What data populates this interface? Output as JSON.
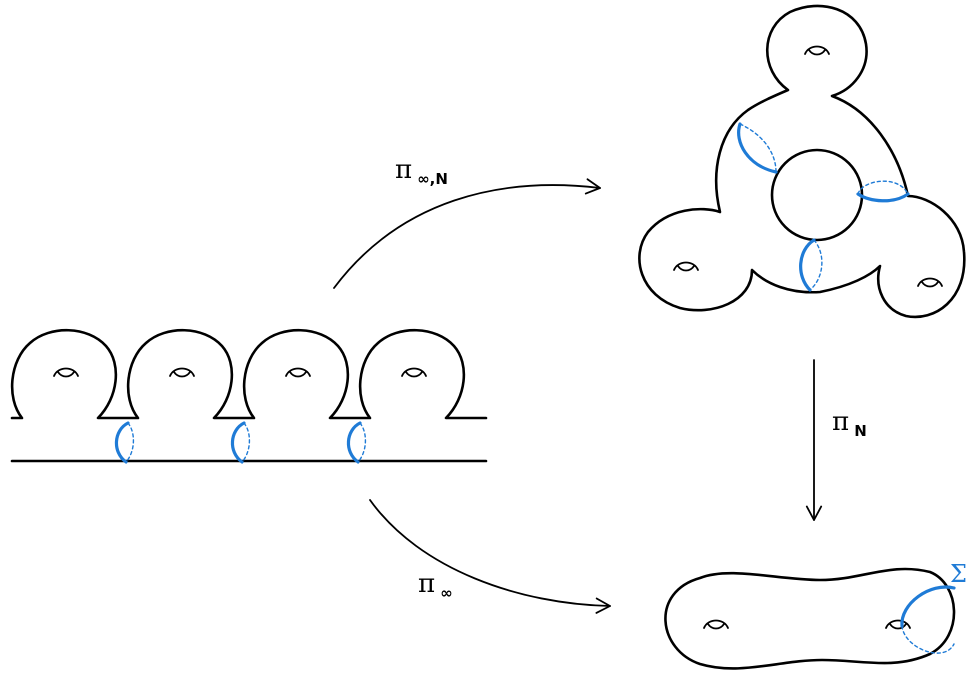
{
  "colors": {
    "ink": "#000000",
    "accent_blue": "#1f7bd6"
  },
  "labels": {
    "pi_inf_N": {
      "symbol": "π",
      "subscript": "∞,N"
    },
    "pi_N": {
      "symbol": "π",
      "subscript": "N"
    },
    "pi_inf": {
      "symbol": "π",
      "subscript": "∞"
    },
    "sigma": "Σ"
  }
}
